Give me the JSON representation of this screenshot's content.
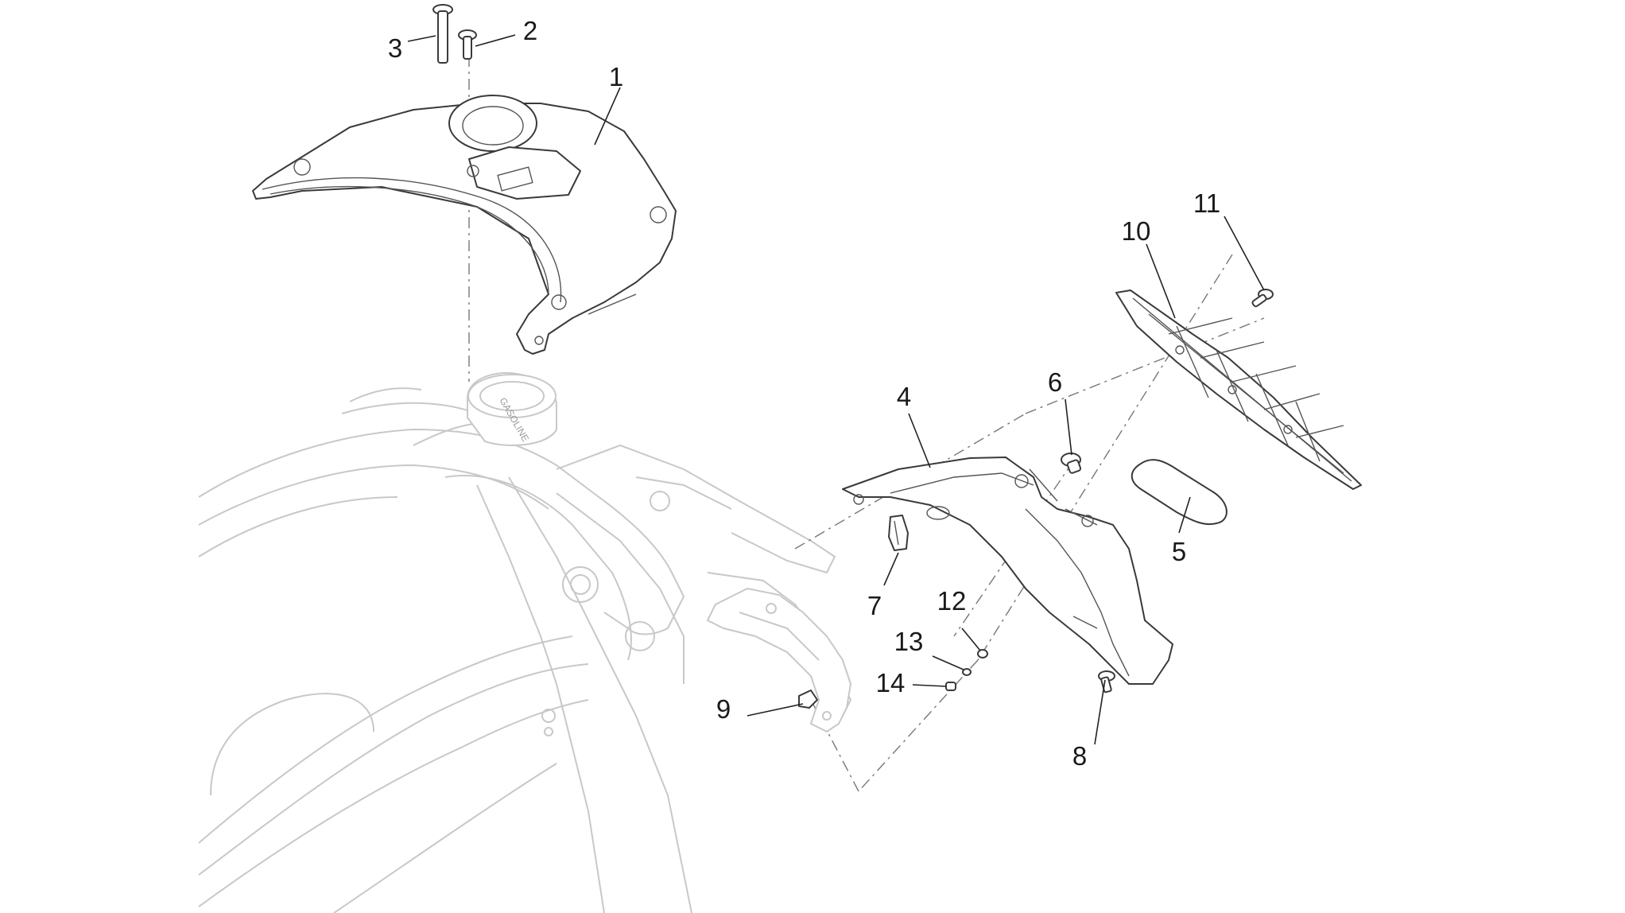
{
  "diagram": {
    "cap_text": "GASOLINE",
    "callouts": [
      {
        "id": "1",
        "label": "1"
      },
      {
        "id": "2",
        "label": "2"
      },
      {
        "id": "3",
        "label": "3"
      },
      {
        "id": "4",
        "label": "4"
      },
      {
        "id": "5",
        "label": "5"
      },
      {
        "id": "6",
        "label": "6"
      },
      {
        "id": "7",
        "label": "7"
      },
      {
        "id": "8",
        "label": "8"
      },
      {
        "id": "9",
        "label": "9"
      },
      {
        "id": "10",
        "label": "10"
      },
      {
        "id": "11",
        "label": "11"
      },
      {
        "id": "12",
        "label": "12"
      },
      {
        "id": "13",
        "label": "13"
      },
      {
        "id": "14",
        "label": "14"
      }
    ]
  }
}
